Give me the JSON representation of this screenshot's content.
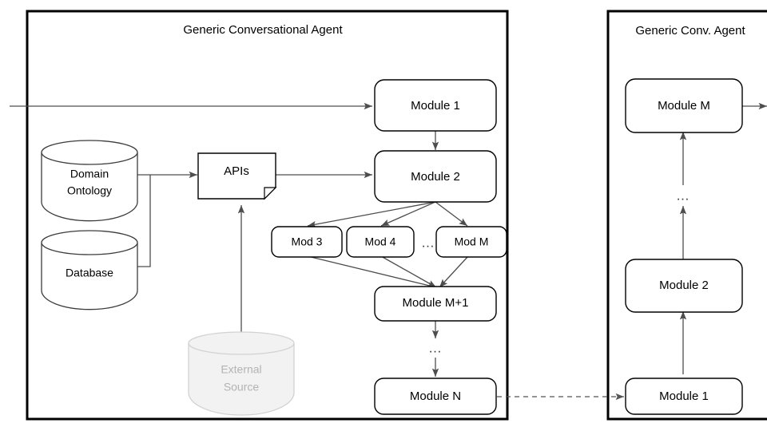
{
  "diagram": {
    "title_left_panel": "Generic Conversational Agent",
    "title_right_panel": "Generic Conv. Agent",
    "colors": {
      "panel_border": "#000000",
      "node_border": "#000000",
      "edge": "#4d4d4d",
      "ghost_fill": "#f2f2f2",
      "ghost_text": "#b3b3b3",
      "background": "#ffffff"
    }
  },
  "left_panel": {
    "title": "Generic Conversational Agent",
    "modules": [
      {
        "id": "module-1",
        "label": "Module 1"
      },
      {
        "id": "module-2",
        "label": "Module 2"
      },
      {
        "id": "mod-3",
        "label": "Mod 3"
      },
      {
        "id": "mod-4",
        "label": "Mod 4"
      },
      {
        "id": "mod-m",
        "label": "Mod M"
      },
      {
        "id": "module-m-plus-1",
        "label": "Module M+1"
      },
      {
        "id": "module-n",
        "label": "Module N"
      }
    ],
    "ellipsis_between_mods": "…",
    "ellipsis_vertical": "…",
    "apis": {
      "label": "APIs"
    },
    "data_stores": [
      {
        "id": "domain-ontology",
        "label": "Domain\nOntology",
        "line1": "Domain",
        "line2": "Ontology",
        "ghost": false
      },
      {
        "id": "database",
        "label": "Database",
        "line1": "Database",
        "line2": "",
        "ghost": false
      },
      {
        "id": "external-source",
        "label": "External\nSource",
        "line1": "External",
        "line2": "Source",
        "ghost": true
      }
    ]
  },
  "right_panel": {
    "title": "Generic Conv. Agent",
    "modules": [
      {
        "id": "r-module-m",
        "label": "Module M"
      },
      {
        "id": "r-module-2",
        "label": "Module 2"
      },
      {
        "id": "r-module-1",
        "label": "Module 1"
      }
    ],
    "ellipsis_vertical": "…"
  }
}
